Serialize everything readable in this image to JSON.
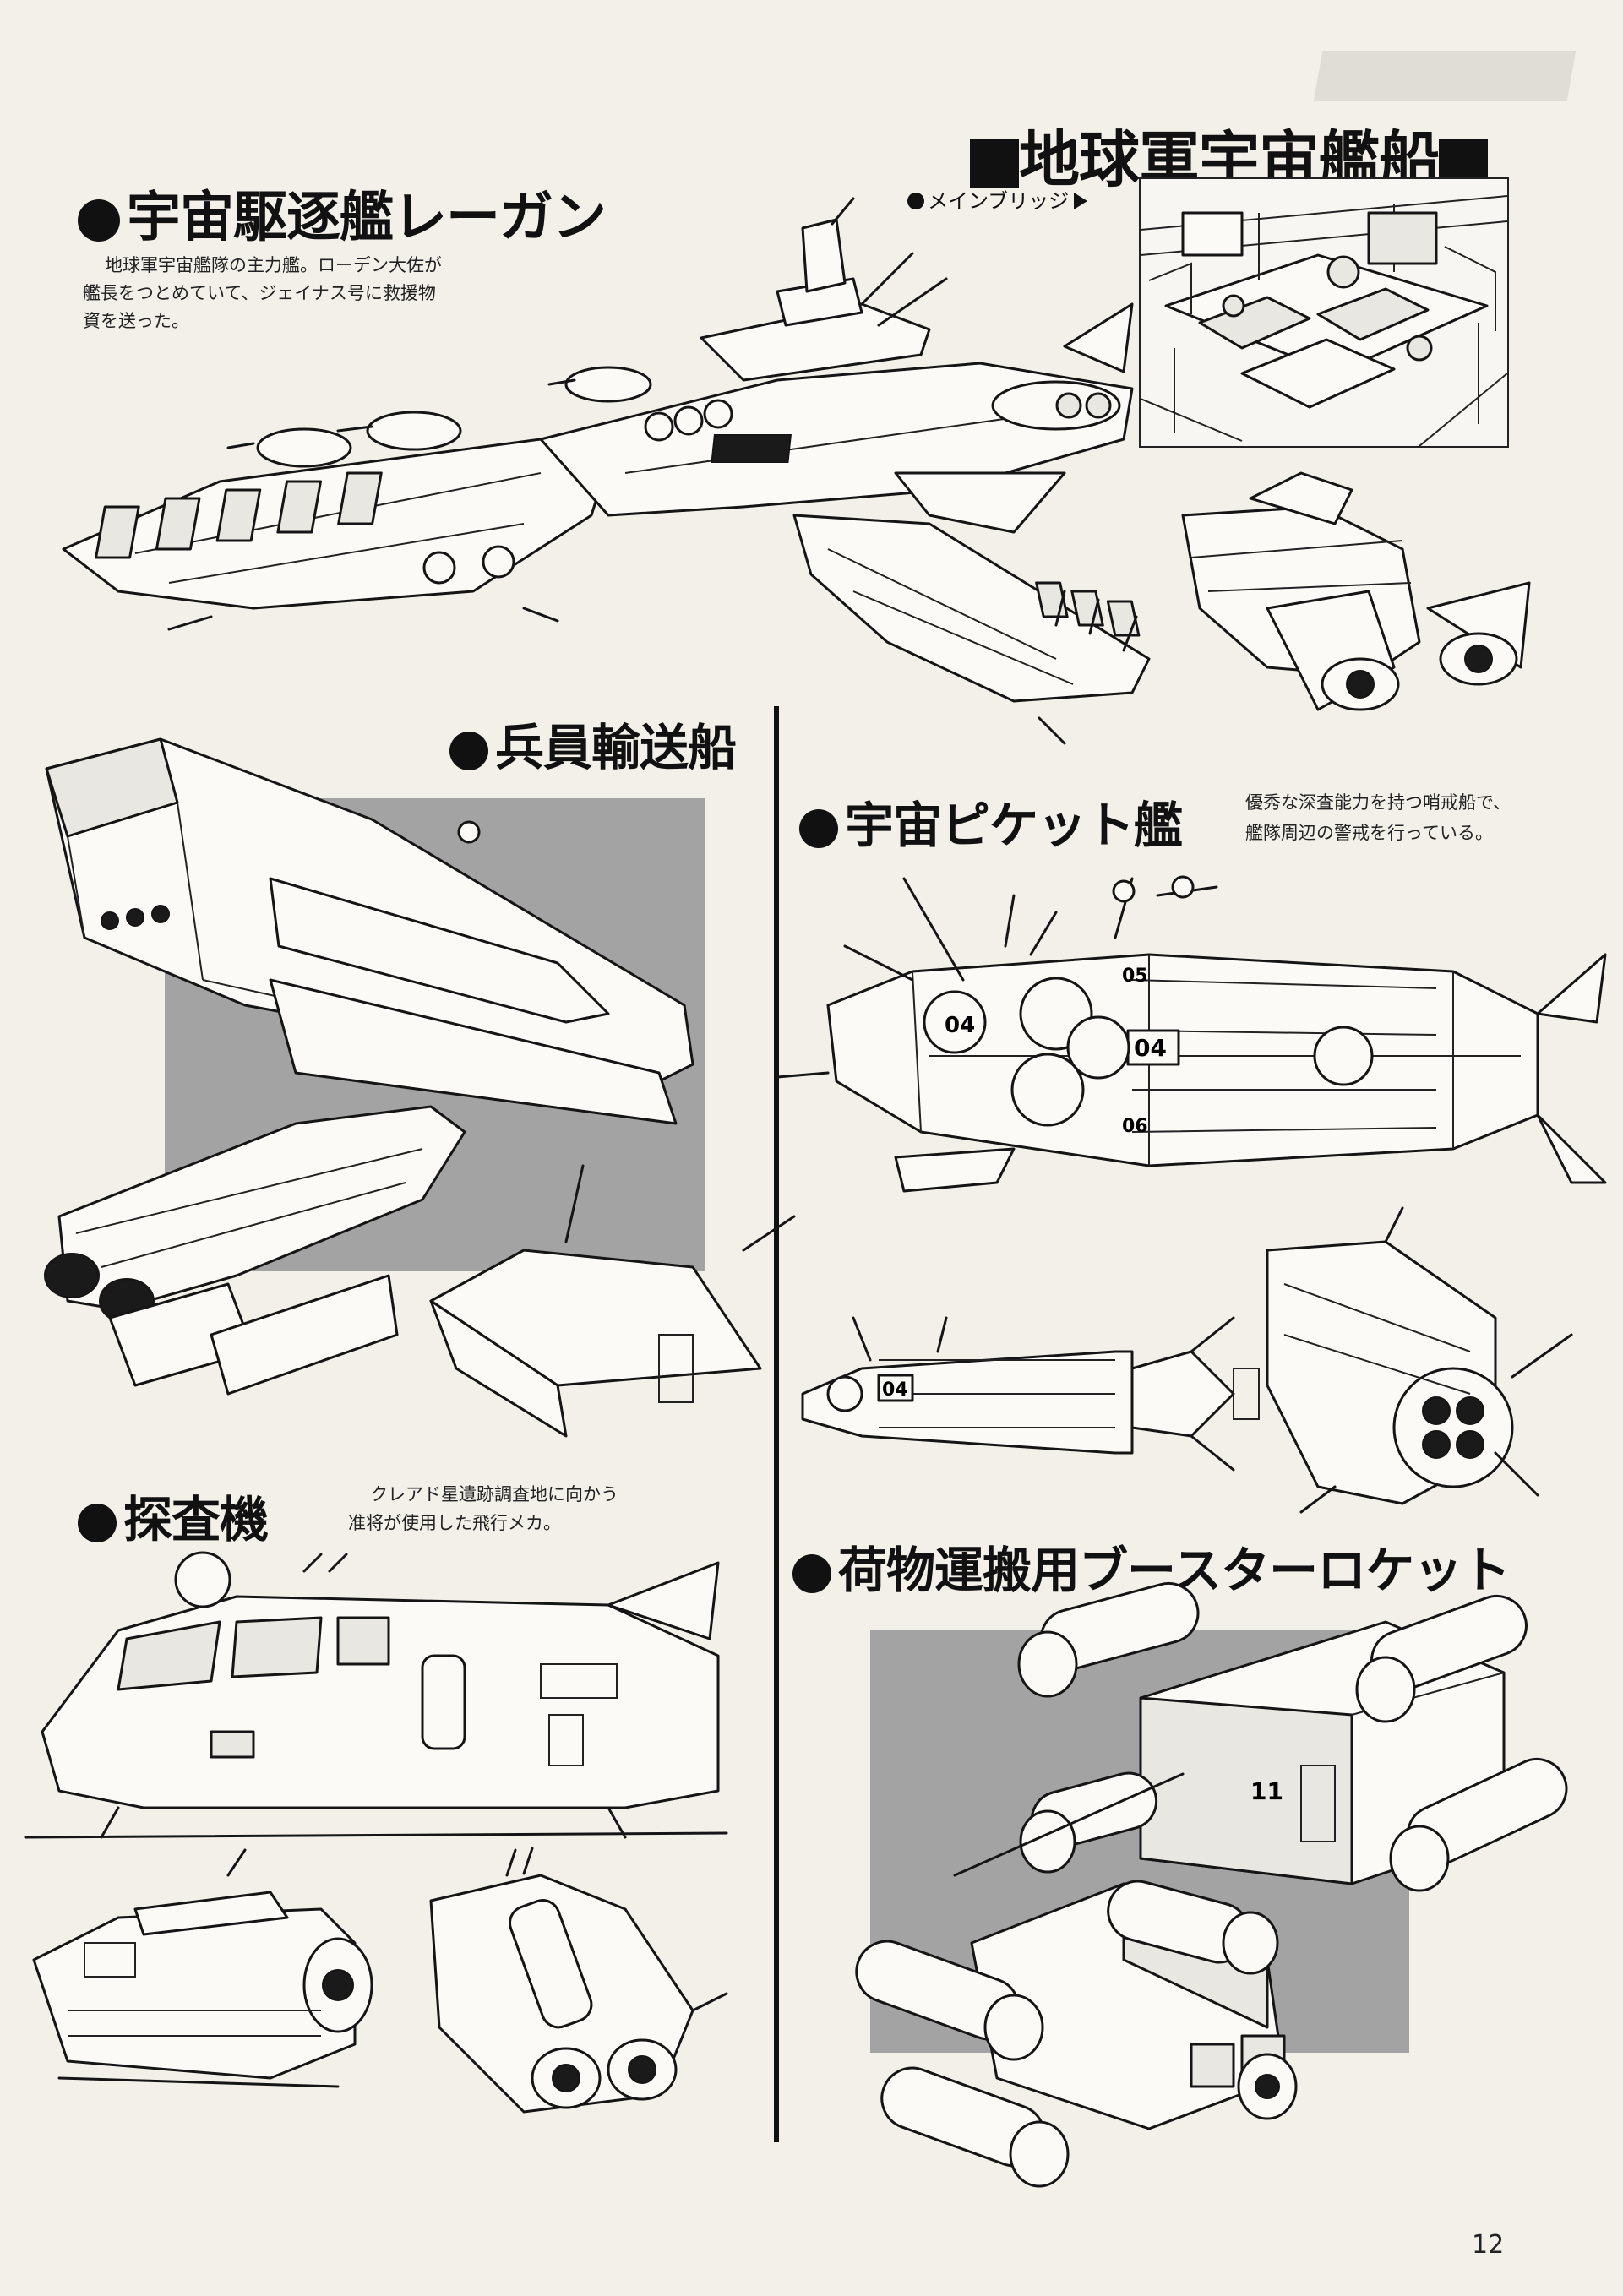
{
  "page": {
    "title": "地球軍宇宙艦船",
    "page_number": "12"
  },
  "bridge": {
    "label": "メインブリッジ"
  },
  "sections": {
    "ragan": {
      "title": "宇宙駆逐艦レーガン",
      "lines": [
        "地球軍宇宙艦隊の主力艦。ローデン大佐が",
        "艦長をつとめていて、ジェイナス号に救援物",
        "資を送った。"
      ]
    },
    "transport": {
      "title": "兵員輸送船"
    },
    "picket": {
      "title": "宇宙ピケット艦",
      "lines": [
        "優秀な深査能力を持つ哨戒船で、",
        "艦隊周辺の警戒を行っている。"
      ]
    },
    "probe": {
      "title": "探査機",
      "lines": [
        "クレアド星遺跡調査地に向かう",
        "准将が使用した飛行メカ。"
      ]
    },
    "booster": {
      "title": "荷物運搬用ブースターロケット"
    }
  },
  "markings": {
    "hull_04": "04",
    "hull_05": "05",
    "hull_06": "06",
    "booster_11": "11"
  }
}
